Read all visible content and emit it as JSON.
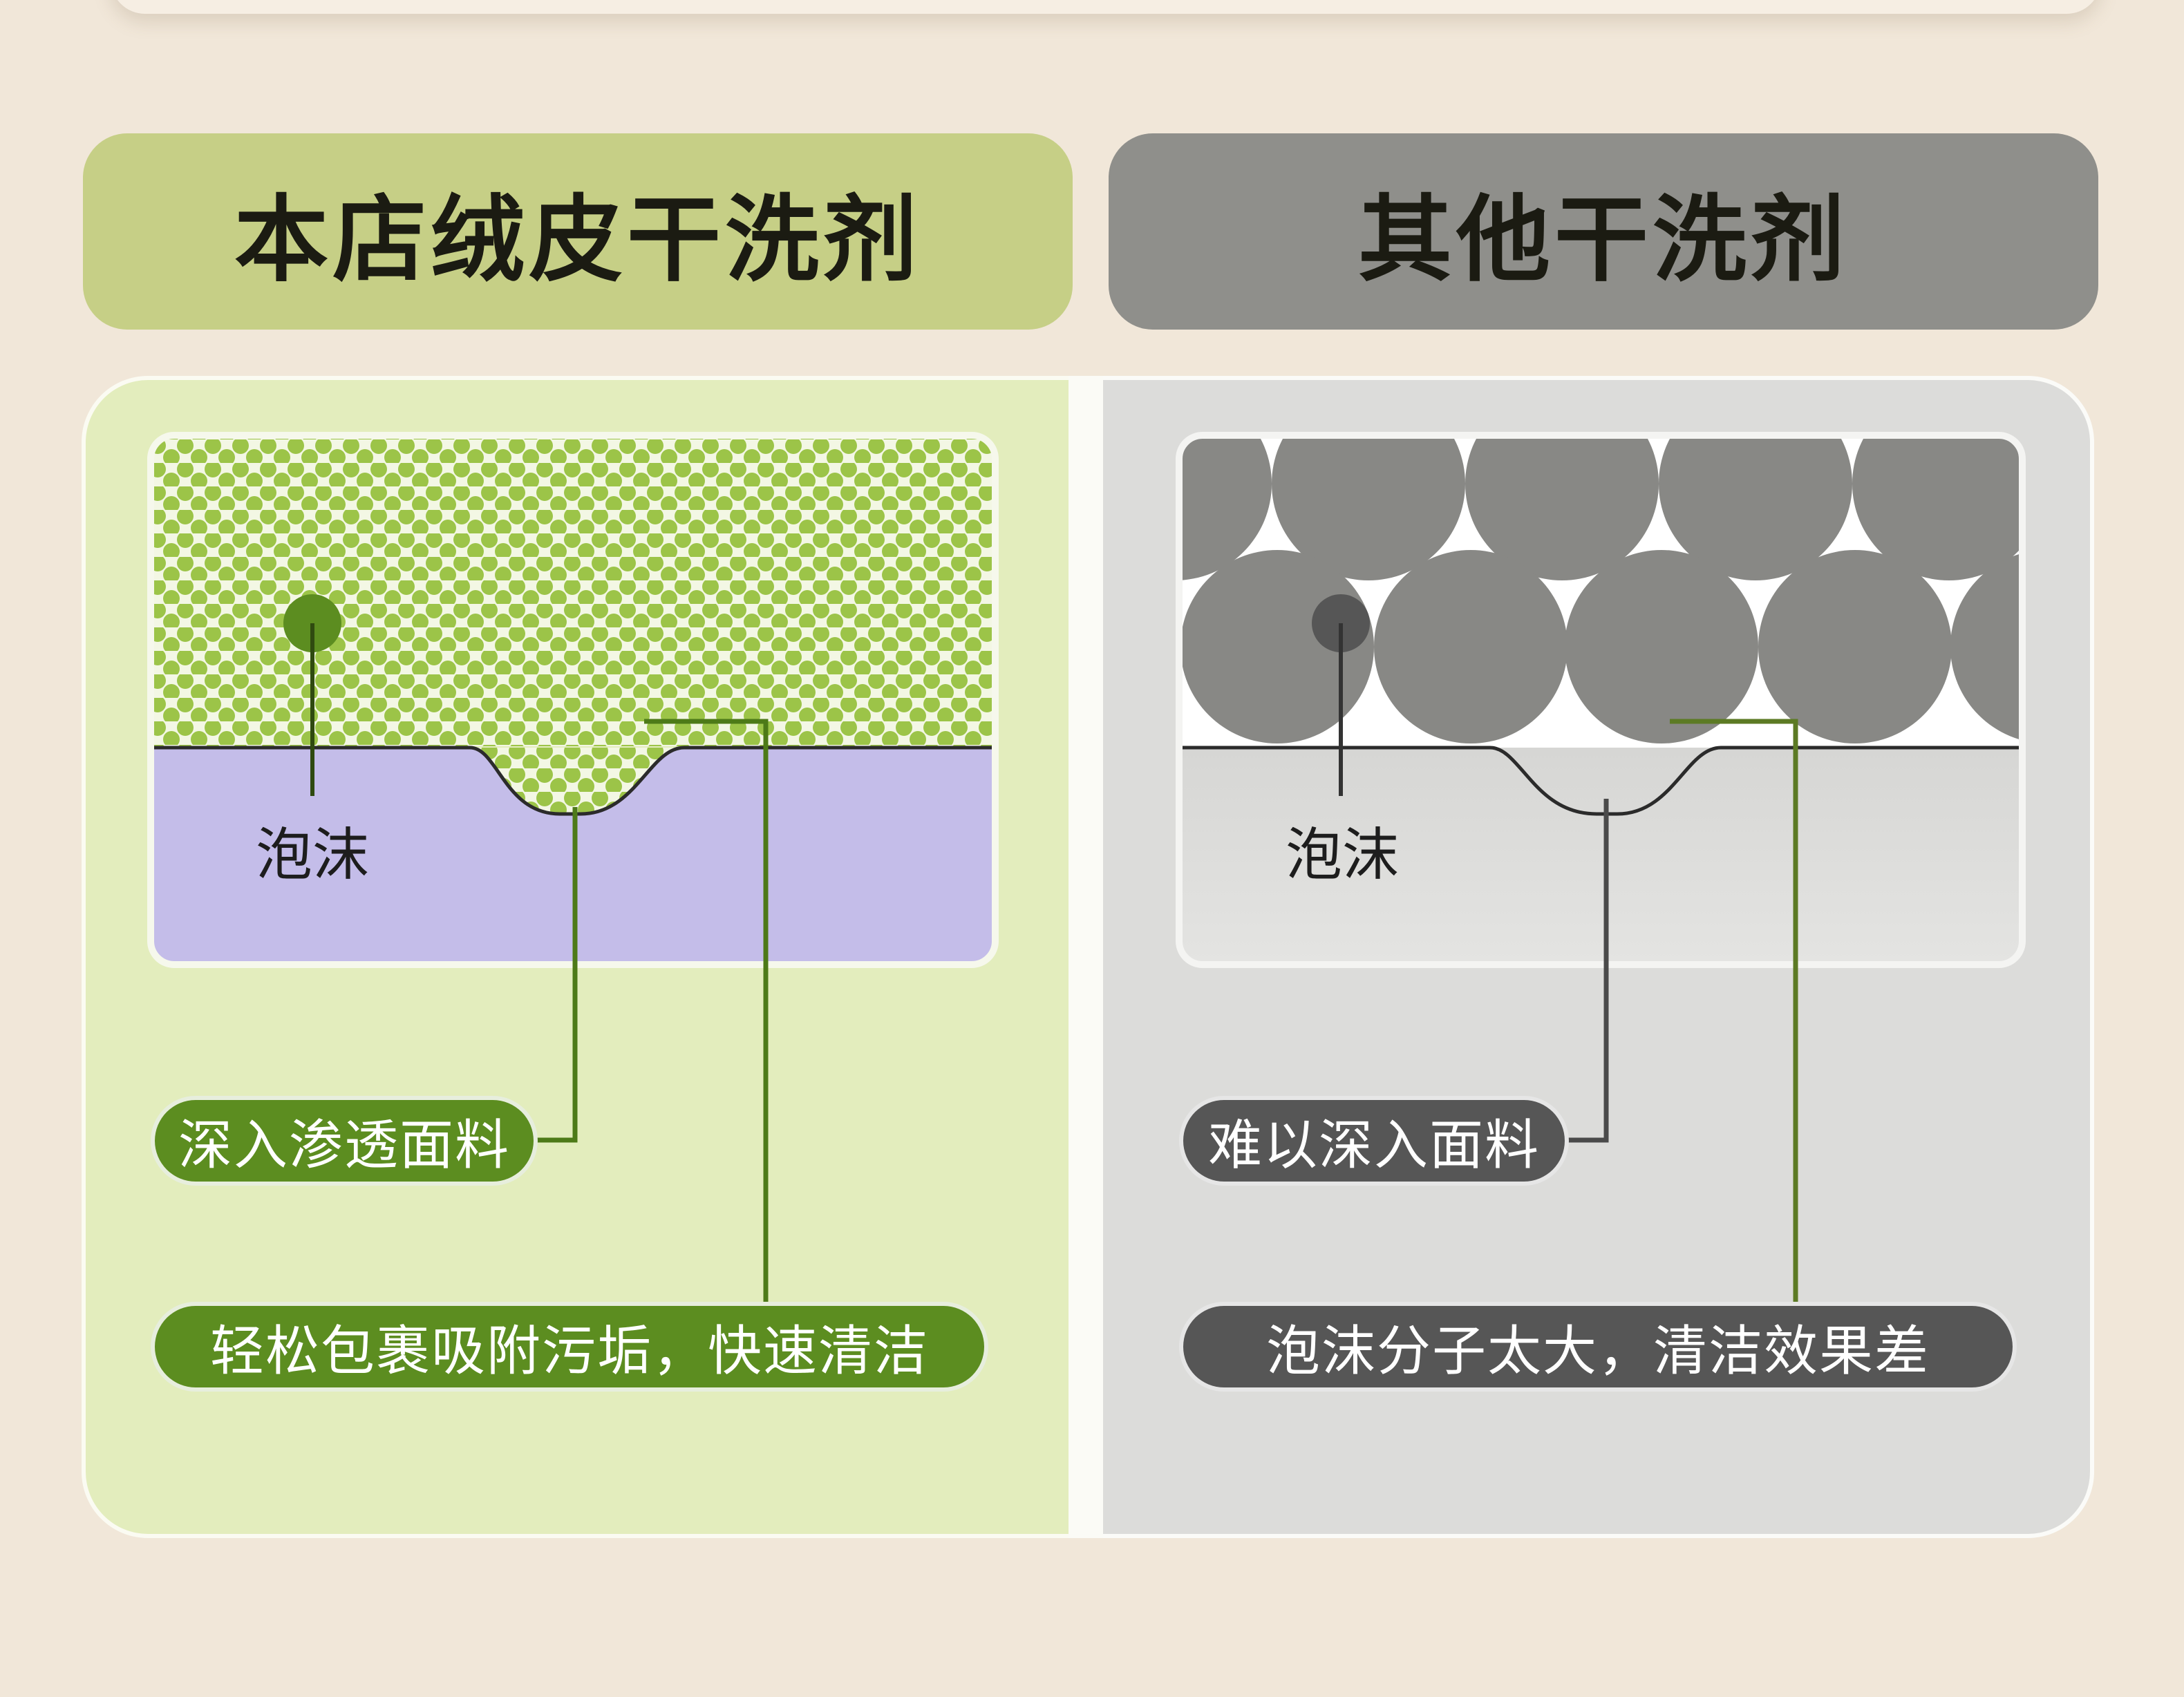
{
  "header": {
    "left_title": "本店绒皮干洗剂",
    "right_title": "其他干洗剂"
  },
  "colors": {
    "background": "#f1e7d9",
    "left_header": "#c6cf86",
    "right_header": "#8f8f8b",
    "left_panel": "#e3edbd",
    "right_panel": "#dcdcda",
    "small_foam": "#9cc448",
    "fabric_purple": "#c4bde9",
    "large_foam": "#888885",
    "callout_green": "#5c8d20",
    "callout_gray": "#565656"
  },
  "left": {
    "foam_label": "泡沫",
    "callout_1": "深入渗透面料",
    "callout_2": "轻松包裹吸附污垢，快速清洁"
  },
  "right": {
    "foam_label": "泡沫",
    "callout_1": "难以深入面料",
    "callout_2": "泡沫分子太大，清洁效果差"
  }
}
